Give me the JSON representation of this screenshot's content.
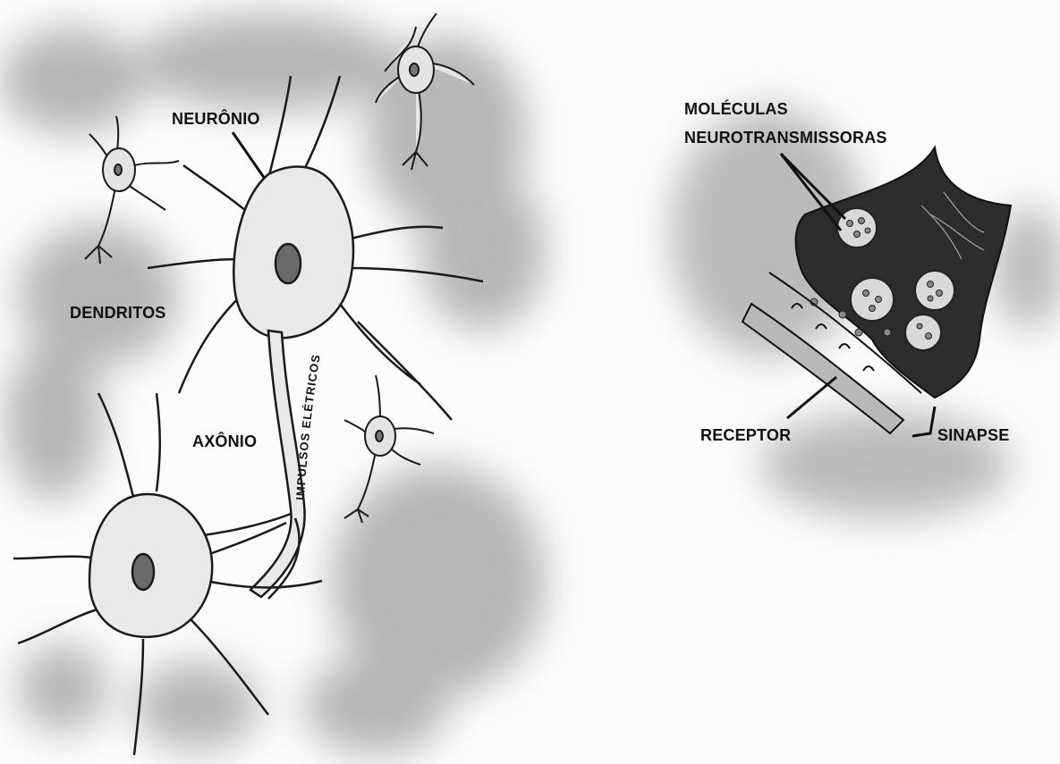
{
  "labels": {
    "neuron": "NEURÔNIO",
    "dendrites": "DENDRITOS",
    "axon": "AXÔNIO",
    "impulses": "IMPULSOS ELÉTRICOS",
    "molecules_line1": "MOLÉCULAS",
    "molecules_line2": "NEUROTRANSMISSORAS",
    "receptor": "RECEPTOR",
    "synapse": "SINAPSE"
  },
  "colors": {
    "background": "#fcfcfc",
    "shadow": "#9a9a9a",
    "cell_fill": "#e9e9e9",
    "outline": "#1a1a1a",
    "terminal_fill": "#2a2a2a"
  }
}
